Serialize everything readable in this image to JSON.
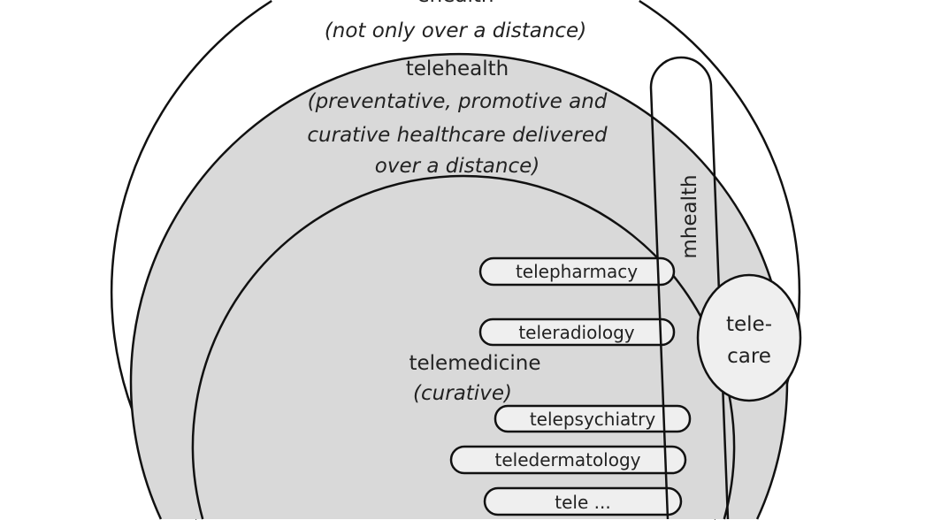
{
  "ehealth": {
    "title": "ehealth",
    "desc": "(not only over a distance)"
  },
  "telehealth": {
    "title": "telehealth",
    "desc_lines": [
      "(preventative, promotive and",
      "curative healthcare delivered",
      "over a distance)"
    ]
  },
  "telemedicine": {
    "title": "telemedicine",
    "desc": "(curative)"
  },
  "mhealth": {
    "title": "mhealth"
  },
  "telecare": {
    "line1": "tele-",
    "line2": "care"
  },
  "specialties": [
    "telepharmacy",
    "teleradiology",
    "telepsychiatry",
    "teledermatology",
    "tele ..."
  ],
  "colors": {
    "telehealth_fill": "#d9d9d9",
    "pill_fill": "#efefef",
    "stroke": "#111111"
  }
}
